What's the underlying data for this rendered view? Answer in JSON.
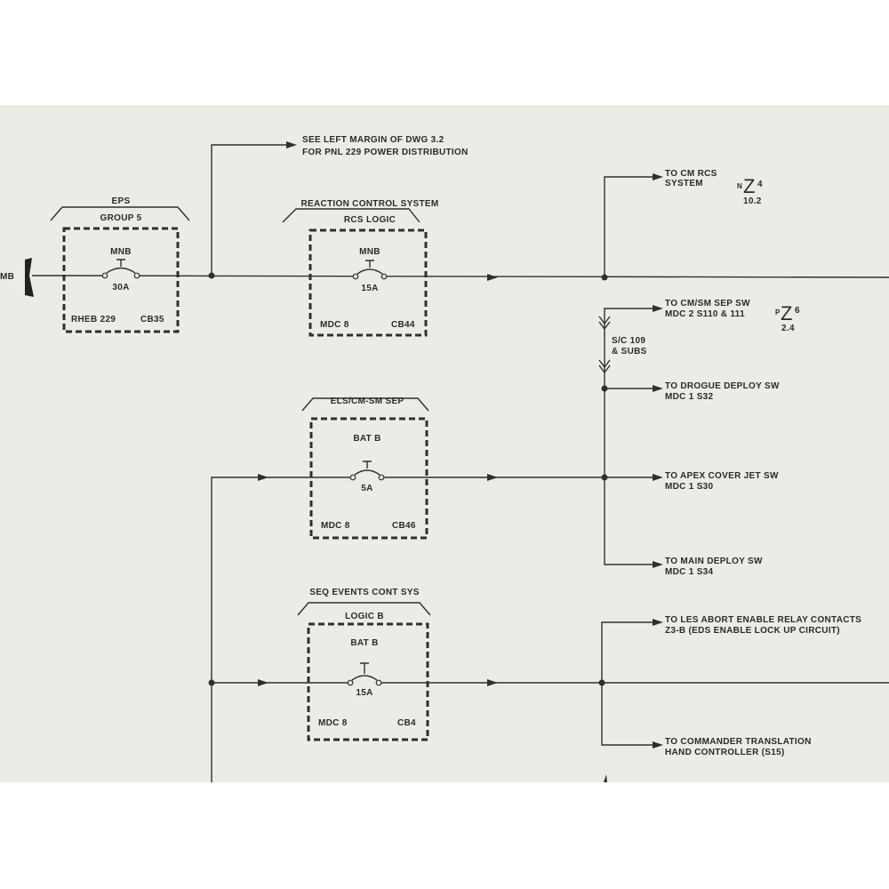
{
  "bus_label": "MB",
  "top_note": {
    "line1": "SEE LEFT MARGIN OF DWG 3.2",
    "line2": "FOR PNL 229 POWER DISTRIBUTION"
  },
  "breakers": [
    {
      "system": "EPS",
      "group": "GROUP 5",
      "bus": "MNB",
      "rating": "30A",
      "panel": "RHEB 229",
      "cb": "CB35"
    },
    {
      "system": "REACTION CONTROL SYSTEM",
      "group": "RCS LOGIC",
      "bus": "MNB",
      "rating": "15A",
      "panel": "MDC 8",
      "cb": "CB44"
    },
    {
      "system": "ELS/CM-SM SEP",
      "group": "",
      "bus": "BAT B",
      "rating": "5A",
      "panel": "MDC 8",
      "cb": "CB46"
    },
    {
      "system": "SEQ EVENTS CONT SYS",
      "group": "LOGIC B",
      "bus": "BAT B",
      "rating": "15A",
      "panel": "MDC 8",
      "cb": "CB4"
    }
  ],
  "destinations": [
    {
      "line1": "TO CM RCS",
      "line2": "SYSTEM"
    },
    {
      "line1": "TO CM/SM SEP SW",
      "line2": "MDC 2 S110 & 111"
    },
    {
      "line1": "TO DROGUE DEPLOY SW",
      "line2": "MDC 1 S32"
    },
    {
      "line1": "TO APEX COVER JET SW",
      "line2": "MDC 1 S30"
    },
    {
      "line1": "TO MAIN DEPLOY SW",
      "line2": "MDC 1 S34"
    },
    {
      "line1": "TO LES ABORT ENABLE RELAY CONTACTS",
      "line2": "Z3-B (EDS ENABLE LOCK UP CIRCUIT)"
    },
    {
      "line1": "TO COMMANDER TRANSLATION",
      "line2": "HAND CONTROLLER (S15)"
    }
  ],
  "connector_note": {
    "line1": "S/C 109",
    "line2": "& SUBS"
  },
  "zone_refs": [
    {
      "prefix": "N",
      "letter": "Z",
      "suffix": "4",
      "ref": "10.2"
    },
    {
      "prefix": "P",
      "letter": "Z",
      "suffix": "6",
      "ref": "2.4"
    }
  ]
}
